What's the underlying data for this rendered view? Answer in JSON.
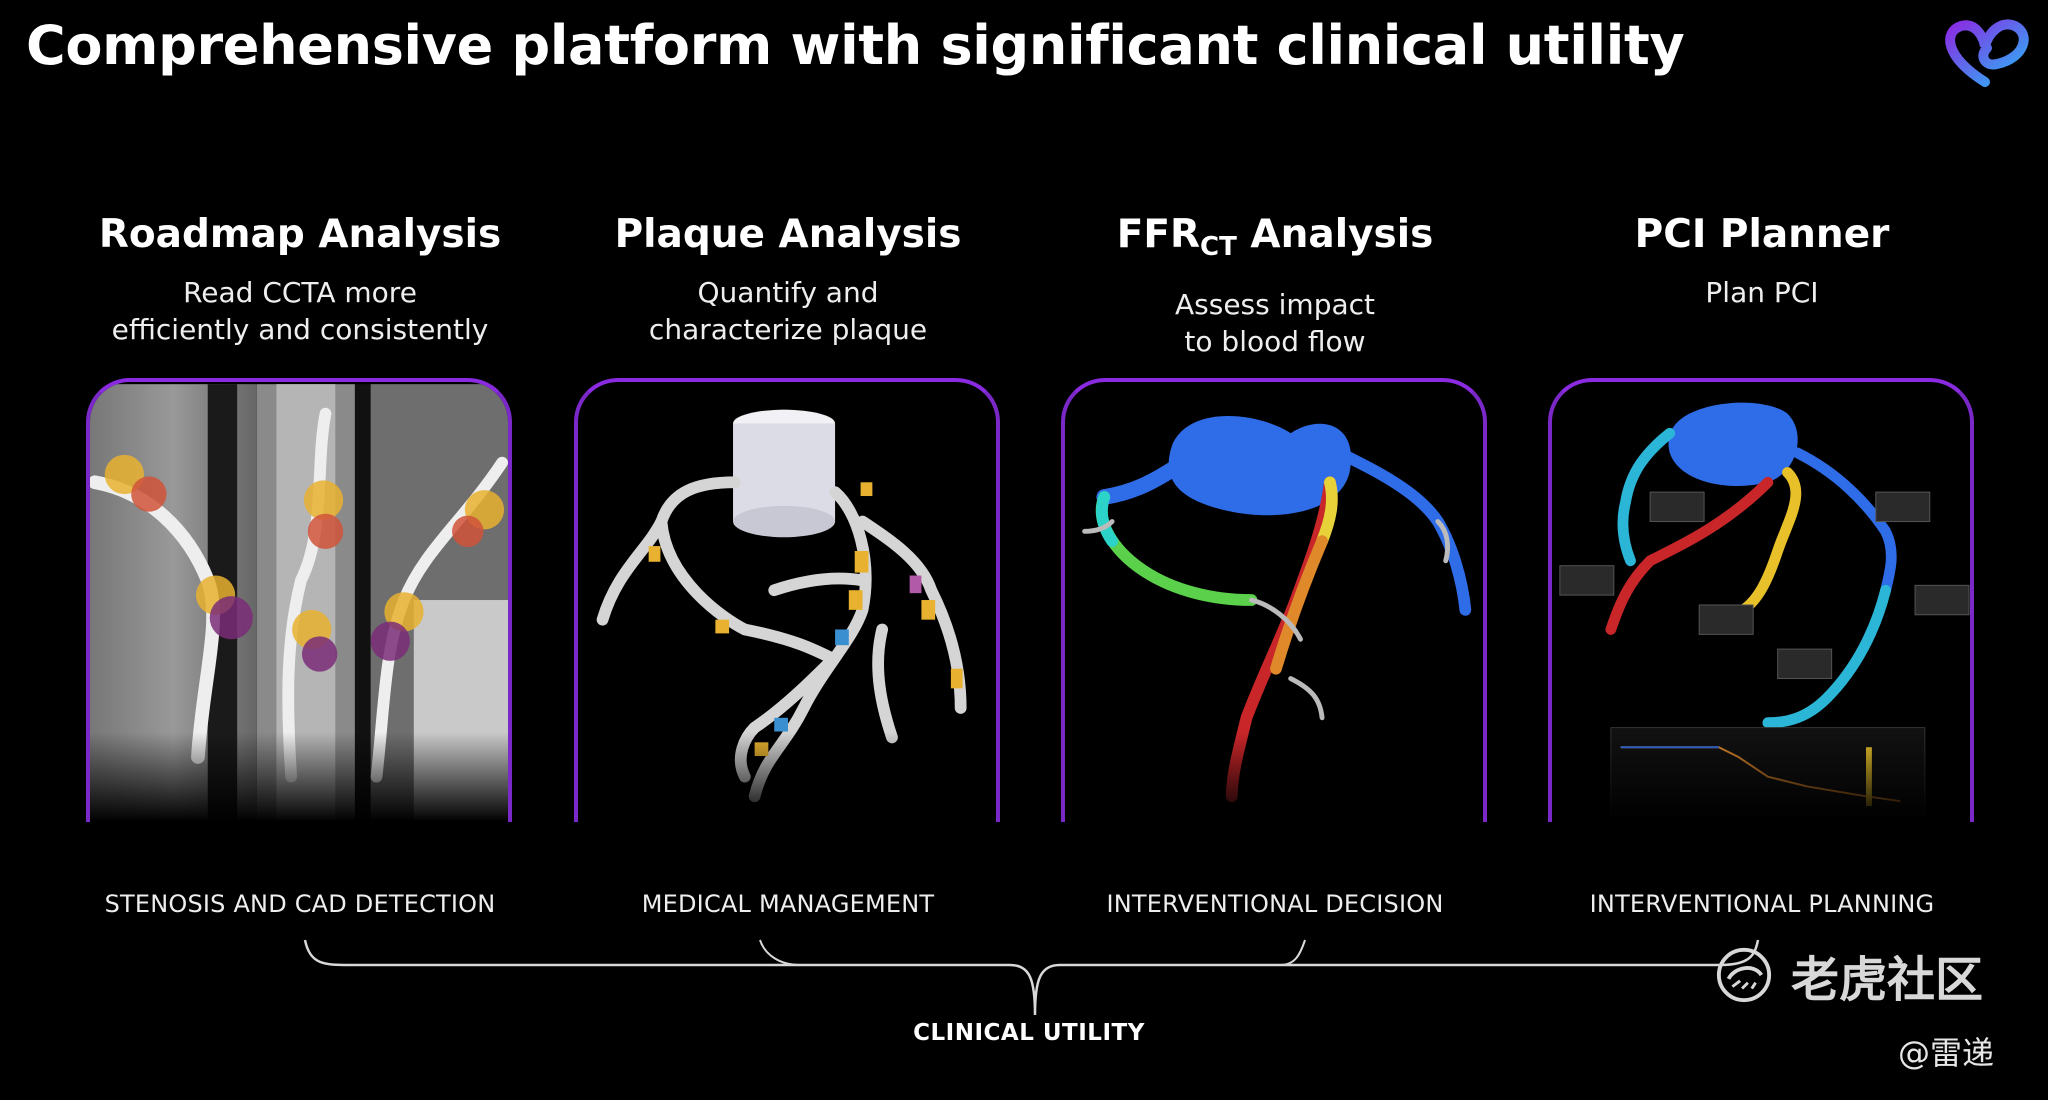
{
  "slide": {
    "title": "Comprehensive platform with significant clinical utility"
  },
  "columns": [
    {
      "title": "Roadmap Analysis",
      "title_sub": "",
      "title_rest": "",
      "subtitle_line1": "Read CCTA more",
      "subtitle_line2": "efficiently and consistently",
      "utility": "STENOSIS AND CAD DETECTION"
    },
    {
      "title": "Plaque Analysis",
      "title_sub": "",
      "title_rest": "",
      "subtitle_line1": "Quantify and",
      "subtitle_line2": "characterize plaque",
      "utility": "MEDICAL MANAGEMENT"
    },
    {
      "title": "FFR",
      "title_sub": "CT",
      "title_rest": " Analysis",
      "subtitle_line1": "Assess impact",
      "subtitle_line2": "to blood flow",
      "utility": "INTERVENTIONAL DECISION"
    },
    {
      "title": "PCI Planner",
      "title_sub": "",
      "title_rest": "",
      "subtitle_line1": "Plan PCI",
      "subtitle_line2": "",
      "utility": "INTERVENTIONAL PLANNING"
    }
  ],
  "clinical_utility": "CLINICAL UTILITY",
  "watermark": {
    "text": "老虎社区",
    "handle": "@雷递"
  },
  "colors": {
    "panel_border": "#8a2be2",
    "logo_start": "#8a2be2",
    "logo_end": "#29b6f6"
  },
  "icons": {
    "logo": "heart-infinity-icon",
    "watermark": "tiger-community-icon"
  }
}
